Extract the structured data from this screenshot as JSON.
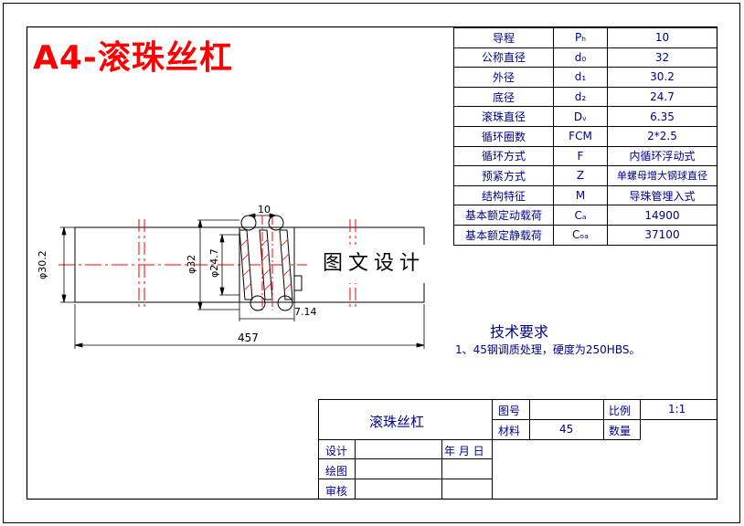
{
  "drawing_title": "A4-滚珠丝杠",
  "params": [
    {
      "name": "导程",
      "symbol": "Pₕ",
      "value": "10"
    },
    {
      "name": "公称直径",
      "symbol": "d₀",
      "value": "32"
    },
    {
      "name": "外径",
      "symbol": "d₁",
      "value": "30.2"
    },
    {
      "name": "底径",
      "symbol": "d₂",
      "value": "24.7"
    },
    {
      "name": "滚珠直径",
      "symbol": "Dᵥ",
      "value": "6.35"
    },
    {
      "name": "循环圈数",
      "symbol": "FCM",
      "value": "2*2.5"
    },
    {
      "name": "循环方式",
      "symbol": "F",
      "value": "内循环浮动式"
    },
    {
      "name": "预紧方式",
      "symbol": "Z",
      "value": "单螺母增大钢球直径"
    },
    {
      "name": "结构特征",
      "symbol": "M",
      "value": "导珠管埋入式"
    },
    {
      "name": "基本额定动载荷",
      "symbol": "Cₐ",
      "value": "14900"
    },
    {
      "name": "基本额定静载荷",
      "symbol": "Cₒₐ",
      "value": "37100"
    }
  ],
  "dimensions": {
    "outer_dia": "φ30.2",
    "nominal_dia": "φ32",
    "root_dia": "φ24.7",
    "lead": "10",
    "groove": "7.14",
    "length": "457"
  },
  "watermark": "图文设计",
  "tech_req": {
    "title": "技术要求",
    "note": "1、45钢调质处理，硬度为250HBS。"
  },
  "title_block": {
    "part_name": "滚珠丝杠",
    "drawing_no_label": "图号",
    "drawing_no": "",
    "scale_label": "比例",
    "scale": "1:1",
    "material_label": "材料",
    "material": "45",
    "quantity_label": "数量",
    "quantity": "",
    "design_label": "设计",
    "date_label": "年 月 日",
    "drawn_label": "绘图",
    "check_label": "审核"
  },
  "colors": {
    "outline": "#000000",
    "accent_red": "#ff0000",
    "text_blue": "#00008b"
  }
}
